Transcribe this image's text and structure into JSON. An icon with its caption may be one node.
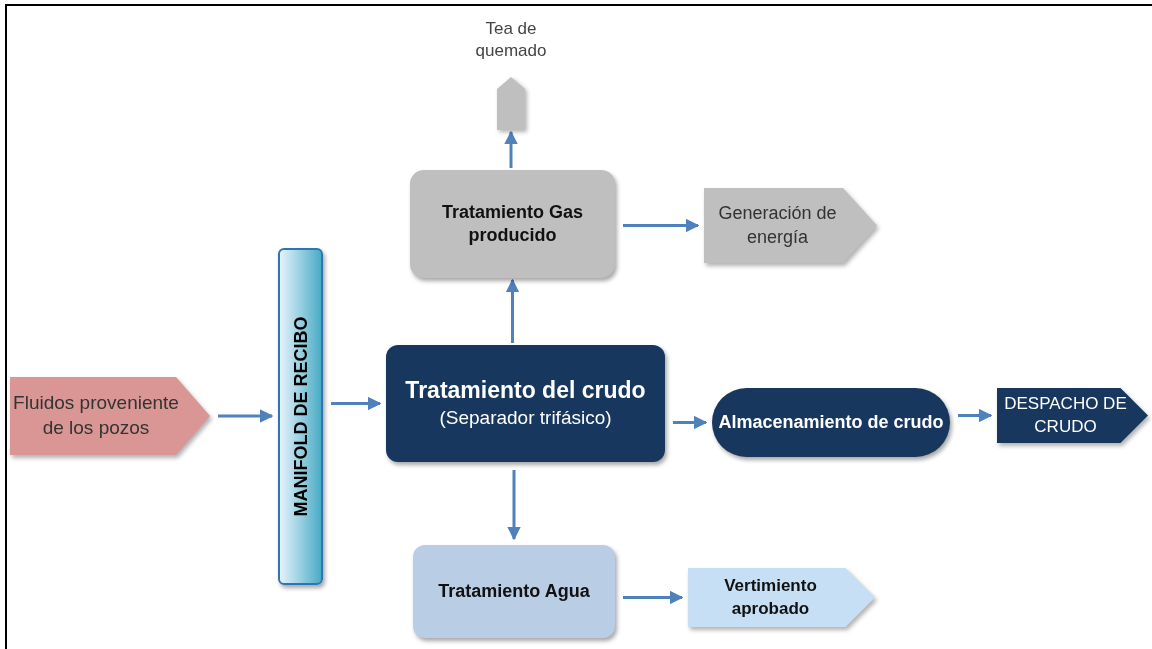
{
  "diagram": {
    "nodes": [
      {
        "text": [
          "Fluidos proveniente de los pozos"
        ]
      },
      {
        "text": [
          "MANIFOLD DE RECIBO"
        ]
      },
      {
        "text": [
          "Tratamiento del crudo",
          "(Separador trifásico)"
        ]
      },
      {
        "text": [
          "Tratamiento Gas producido"
        ]
      },
      {
        "text": [
          "Tea de quemado"
        ]
      },
      {
        "text": [
          "Generación de energía"
        ]
      },
      {
        "text": [
          "Almacenamiento de crudo"
        ]
      },
      {
        "text": [
          "DESPACHO DE CRUDO"
        ]
      },
      {
        "text": [
          "Tratamiento Agua"
        ]
      },
      {
        "text": [
          "Vertimiento aprobado"
        ]
      }
    ],
    "edges": [
      {
        "from": 0,
        "to": 1,
        "arrow": "to"
      },
      {
        "from": 1,
        "to": 2,
        "arrow": "to"
      },
      {
        "from": 2,
        "to": 3,
        "arrow": "to"
      },
      {
        "from": 3,
        "to": 4,
        "arrow": "to"
      },
      {
        "from": 3,
        "to": 5,
        "arrow": "to"
      },
      {
        "from": 2,
        "to": 6,
        "arrow": "to"
      },
      {
        "from": 6,
        "to": 7,
        "arrow": "to"
      },
      {
        "from": 2,
        "to": 8,
        "arrow": "to"
      },
      {
        "from": 8,
        "to": 9,
        "arrow": "to"
      }
    ]
  }
}
